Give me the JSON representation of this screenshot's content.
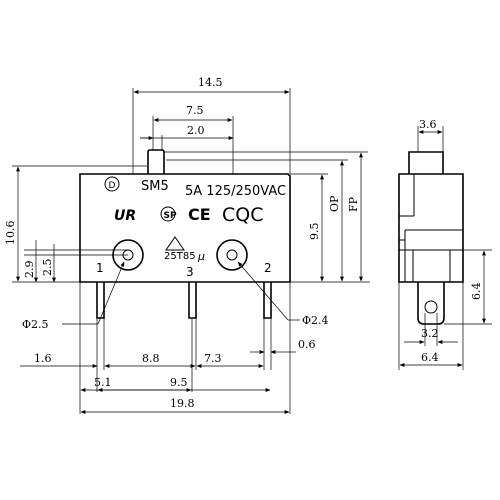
{
  "front_view": {
    "model": "SM5",
    "rating": "5A 125/250VAC",
    "cert_ce": "CE",
    "cert_cqc": "CQC",
    "approval_code": "25T85",
    "approval_suffix": "μ",
    "terminals": {
      "t1": "1",
      "t2": "2",
      "t3": "3"
    }
  },
  "dimensions": {
    "overall_width": "14.5",
    "width_7_5": "7.5",
    "width_2_0": "2.0",
    "height_10_6": "10.6",
    "height_9_5": "9.5",
    "op": "OP",
    "fp": "FP",
    "hole_2_9": "2.9",
    "hole_2_5": "2.5",
    "hole_phi_left": "Φ2.5",
    "hole_phi_right": "Φ2.4",
    "pin_1_6": "1.6",
    "pin_8_8": "8.8",
    "pin_7_3": "7.3",
    "pin_0_6": "0.6",
    "pin_5_1": "5.1",
    "pin_9_5": "9.5",
    "total_19_8": "19.8"
  },
  "side_view": {
    "top_3_6": "3.6",
    "height_6_4": "6.4",
    "hole_3_2": "3.2",
    "width_6_4": "6.4"
  }
}
